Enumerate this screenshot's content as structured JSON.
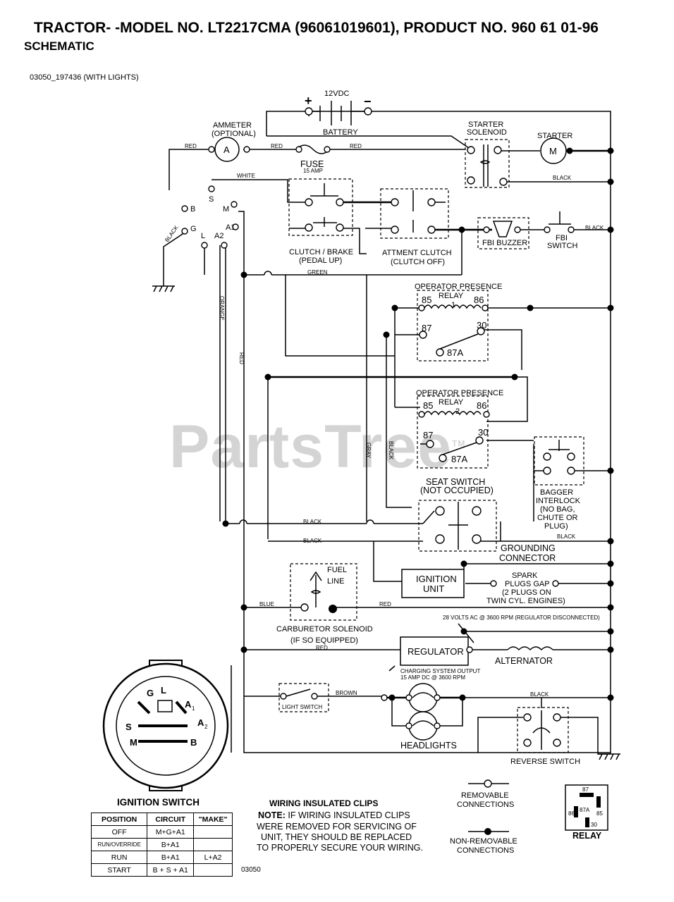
{
  "header": {
    "title": "TRACTOR- -MODEL NO. LT2217CMA (96061019601), PRODUCT NO. 960 61 01-96",
    "subtitle": "SCHEMATIC",
    "doc_ref": "03050_197436 (WITH LIGHTS)"
  },
  "watermark": {
    "text": "PartsTree",
    "tm": "TM"
  },
  "components": {
    "battery": {
      "voltage": "12VDC",
      "label": "BATTERY",
      "plus": "+",
      "minus": "−"
    },
    "ammeter": {
      "line1": "AMMETER",
      "line2": "(OPTIONAL)",
      "symbol": "A"
    },
    "fuse": {
      "label": "FUSE",
      "rating": "15 AMP"
    },
    "starter_solenoid": {
      "line1": "STARTER",
      "line2": "SOLENOID"
    },
    "starter": {
      "label": "STARTER",
      "symbol": "M"
    },
    "clutch_brake": {
      "line1": "CLUTCH / BRAKE",
      "line2": "(PEDAL UP)"
    },
    "attment_clutch": {
      "line1": "ATTMENT CLUTCH",
      "line2": "(CLUTCH OFF)"
    },
    "fbi_buzzer": {
      "label": "FBI BUZZER"
    },
    "fbi_switch": {
      "line1": "FBI",
      "line2": "SWITCH"
    },
    "relay1": {
      "line1": "OPERATOR PRESENCE",
      "line2": "RELAY",
      "number": "1",
      "t85": "85",
      "t86": "86",
      "t87": "87",
      "t30": "30",
      "t87a": "87A"
    },
    "relay2": {
      "line1": "OPERATOR PRESENCE",
      "line2": "RELAY",
      "number": "2",
      "t85": "85",
      "t86": "86",
      "t87": "87",
      "t30": "30",
      "t87a": "87A"
    },
    "seat_switch": {
      "line1": "SEAT SWITCH",
      "line2": "(NOT OCCUPIED)"
    },
    "bagger_interlock": {
      "line1": "BAGGER",
      "line2": "INTERLOCK",
      "line3": "(NO BAG,",
      "line4": "CHUTE OR",
      "line5": "PLUG)"
    },
    "grounding_connector": {
      "line1": "GROUNDING",
      "line2": "CONNECTOR"
    },
    "fuel_line": {
      "line1": "FUEL",
      "line2": "LINE"
    },
    "ignition_unit": {
      "line1": "IGNITION",
      "line2": "UNIT"
    },
    "spark_plugs": {
      "line1": "SPARK",
      "line2": "PLUGS GAP",
      "line3": "(2 PLUGS ON",
      "line4": "TWIN CYL. ENGINES)"
    },
    "carb_solenoid": {
      "line1": "CARBURETOR SOLENOID",
      "line2": "(IF SO EQUIPPED)"
    },
    "regulator": {
      "label": "REGULATOR",
      "note": "28 VOLTS AC @ 3600 RPM (REGULATOR DISCONNECTED)",
      "output1": "CHARGING SYSTEM OUTPUT",
      "output2": "15 AMP DC @ 3600 RPM"
    },
    "alternator": {
      "label": "ALTERNATOR"
    },
    "light_switch": {
      "label": "LIGHT SWITCH"
    },
    "headlights": {
      "label": "HEADLIGHTS"
    },
    "reverse_switch": {
      "label": "REVERSE SWITCH"
    },
    "ignition_switch_terminals": {
      "B": "B",
      "S": "S",
      "M": "M",
      "G": "G",
      "L": "L",
      "A1": "A1",
      "A2": "A2"
    }
  },
  "wires": {
    "red": "RED",
    "white": "WHITE",
    "black": "BLACK",
    "green": "GREEN",
    "orange": "ORANGE",
    "gray": "GRAY",
    "blue": "BLUE",
    "brown": "BROWN"
  },
  "ignition_switch": {
    "title": "IGNITION SWITCH",
    "face_labels": {
      "G": "G",
      "L": "L",
      "A1": "A",
      "A1_sub": "1",
      "S": "S",
      "A2": "A",
      "A2_sub": "2",
      "M": "M",
      "B": "B"
    },
    "table": {
      "headers": [
        "POSITION",
        "CIRCUIT",
        "\"MAKE\""
      ],
      "rows": [
        {
          "position": "OFF",
          "circuit": "M+G+A1",
          "extra": ""
        },
        {
          "position": "RUN/OVERRIDE",
          "circuit": "B+A1",
          "extra": ""
        },
        {
          "position": "RUN",
          "circuit": "B+A1",
          "extra": "L+A2"
        },
        {
          "position": "START",
          "circuit": "B + S + A1",
          "extra": ""
        }
      ]
    }
  },
  "notes": {
    "clips_title": "WIRING INSULATED CLIPS",
    "clips_line1_bold": "NOTE:",
    "clips_line1_rest": " IF WIRING INSULATED CLIPS",
    "clips_line2": "WERE REMOVED FOR SERVICING OF",
    "clips_line3": "UNIT, THEY SHOULD BE REPLACED",
    "clips_line4": "TO PROPERLY SECURE YOUR WIRING."
  },
  "legend": {
    "removable_1": "REMOVABLE",
    "removable_2": "CONNECTIONS",
    "nonremovable_1": "NON-REMOVABLE",
    "nonremovable_2": "CONNECTIONS",
    "relay_label": "RELAY",
    "relay_pins": {
      "p87": "87",
      "p87a": "87A",
      "p86": "86",
      "p85": "85",
      "p30": "30"
    }
  },
  "footer": {
    "code": "03050"
  }
}
